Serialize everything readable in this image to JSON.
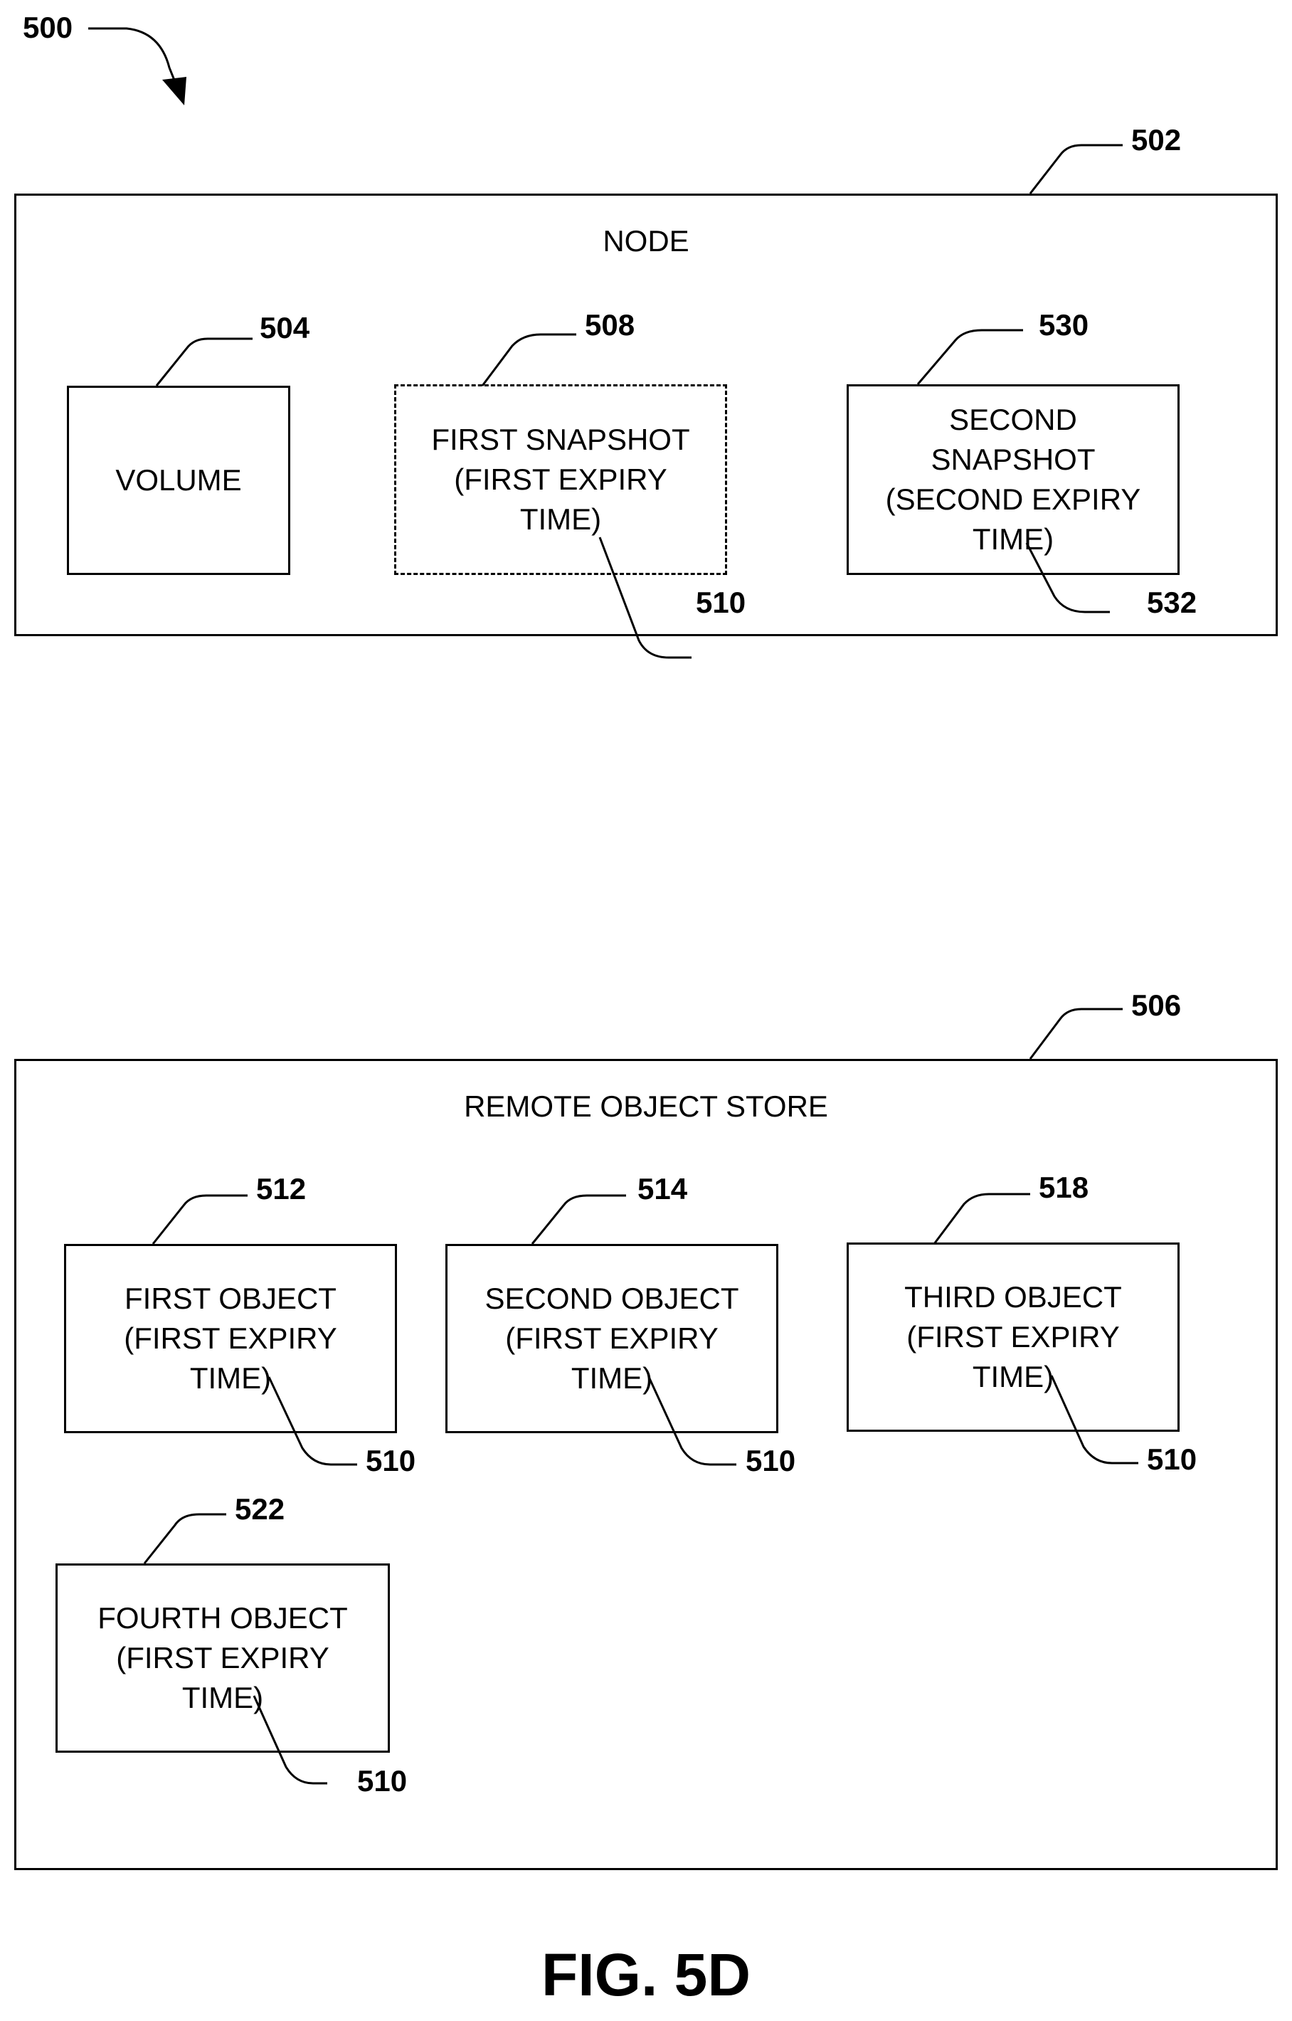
{
  "figure": {
    "ref": "500",
    "caption": "FIG. 5D"
  },
  "node": {
    "ref": "502",
    "title": "NODE",
    "items": [
      {
        "ref": "504",
        "label": "VOLUME",
        "style": "solid"
      },
      {
        "ref": "508",
        "label": "FIRST SNAPSHOT\n(FIRST EXPIRY\nTIME)",
        "style": "dashed",
        "expiry_ref": "510"
      },
      {
        "ref": "530",
        "label": "SECOND\nSNAPSHOT\n(SECOND EXPIRY\nTIME)",
        "style": "solid",
        "expiry_ref": "532"
      }
    ]
  },
  "store": {
    "ref": "506",
    "title": "REMOTE OBJECT STORE",
    "items": [
      {
        "ref": "512",
        "label": "FIRST OBJECT\n(FIRST EXPIRY\nTIME)",
        "expiry_ref": "510"
      },
      {
        "ref": "514",
        "label": "SECOND OBJECT\n(FIRST EXPIRY\nTIME)",
        "expiry_ref": "510"
      },
      {
        "ref": "518",
        "label": "THIRD OBJECT\n(FIRST EXPIRY\nTIME)",
        "expiry_ref": "510"
      },
      {
        "ref": "522",
        "label": "FOURTH OBJECT\n(FIRST EXPIRY\nTIME)",
        "expiry_ref": "510"
      }
    ]
  }
}
